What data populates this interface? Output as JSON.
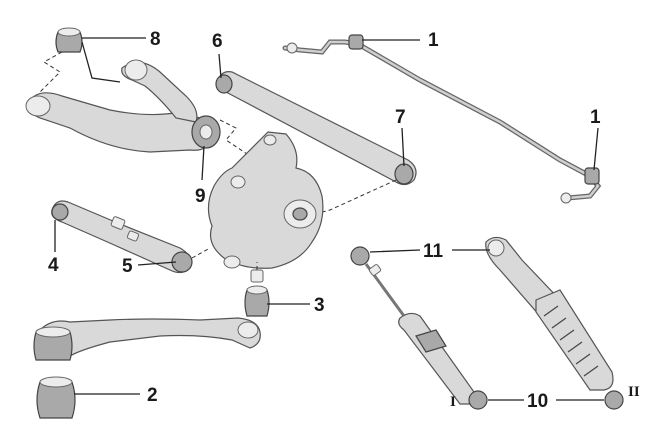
{
  "callouts": {
    "c1a": "1",
    "c1b": "1",
    "c2": "2",
    "c3": "3",
    "c4": "4",
    "c5": "5",
    "c6": "6",
    "c7": "7",
    "c8": "8",
    "c9": "9",
    "c10": "10",
    "c11": "11",
    "rI": "I",
    "rII": "II"
  },
  "colors": {
    "part_fill": "#d9d9d9",
    "part_dark": "#a9a9a9",
    "outline": "#555555",
    "leader": "#222222"
  }
}
